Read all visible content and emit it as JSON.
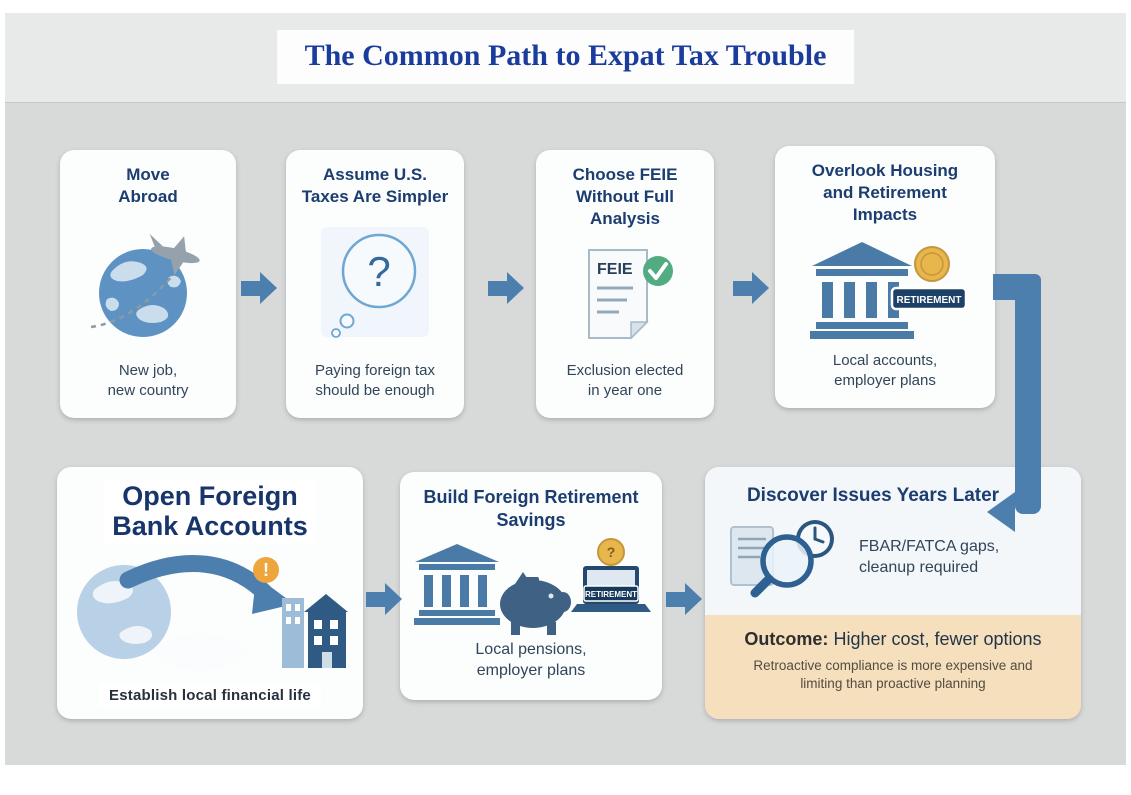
{
  "title": "The Common Path to Expat Tax Trouble",
  "colors": {
    "arrow": "#4d7fae",
    "title_blue": "#1a3c9c",
    "card_navy": "#1c3d70",
    "outcome_bg": "#f5dfbd",
    "coin_gold": "#e7b64c",
    "check_green": "#53ab82",
    "warning_orange": "#eca63d"
  },
  "steps": [
    {
      "title": "Move\nAbroad",
      "subtitle": "New job,\nnew country"
    },
    {
      "title": "Assume U.S.\nTaxes Are Simpler",
      "subtitle": "Paying foreign tax\nshould be enough"
    },
    {
      "title": "Choose FEIE\nWithout Full Analysis",
      "subtitle": "Exclusion elected\nin year one"
    },
    {
      "title": "Overlook Housing\nand Retirement\nImpacts",
      "subtitle": "Local accounts,\nemployer plans"
    },
    {
      "title": "Open Foreign\nBank Accounts",
      "subtitle": "Establish local financial life"
    },
    {
      "title": "Build Foreign Retirement\nSavings",
      "subtitle": "Local pensions,\nemployer plans"
    },
    {
      "title": "Discover Issues Years Later",
      "subtitle": "FBAR/FATCA gaps,\ncleanup required"
    }
  ],
  "icon_labels": {
    "feie": "FEIE",
    "retirement": "RETIREMENT",
    "question": "?",
    "coin_question": "?",
    "exclamation": "!"
  },
  "outcome": {
    "label": "Outcome:",
    "headline": "Higher cost, fewer options",
    "detail": "Retroactive compliance is more expensive and\nlimiting than proactive planning"
  }
}
